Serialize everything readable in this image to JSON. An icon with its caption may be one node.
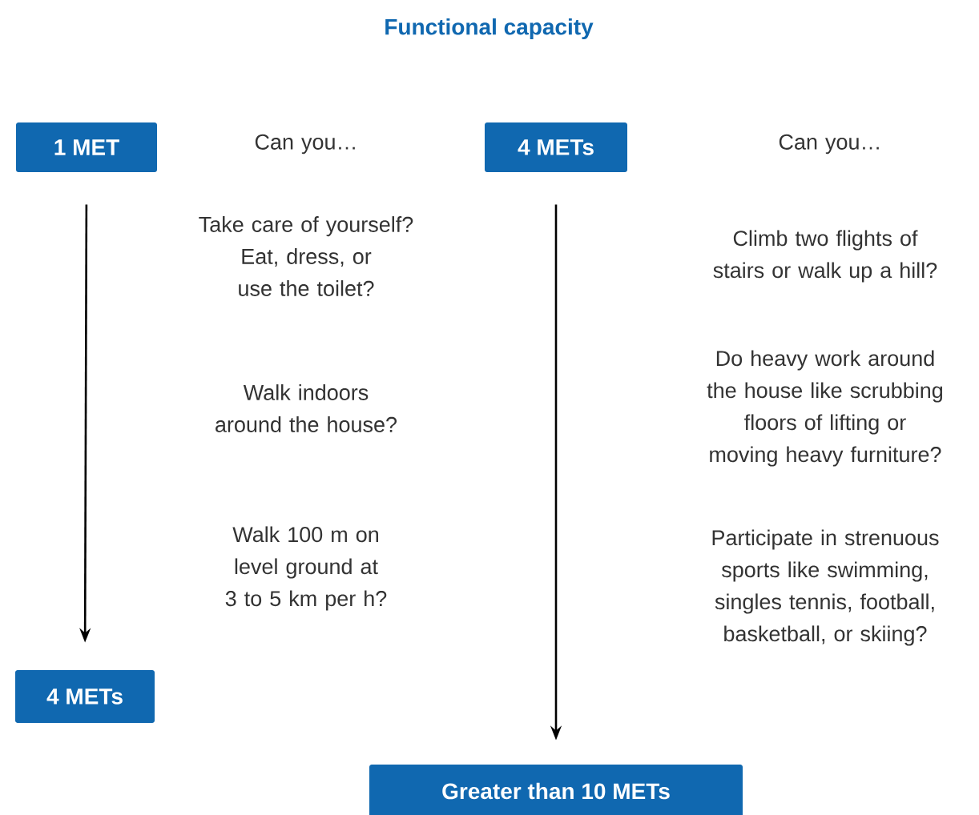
{
  "diagram": {
    "title": "Functional capacity",
    "nodes": [
      {
        "text": [
          "1 MET"
        ]
      },
      {
        "text": [
          "4 METs"
        ]
      },
      {
        "text": [
          "4 METs"
        ]
      },
      {
        "text": [
          "Greater than 10 METs"
        ]
      }
    ],
    "edges": [
      {
        "from": 0,
        "to": 2,
        "arrow": "to"
      },
      {
        "from": 1,
        "to": 3,
        "arrow": "to"
      }
    ],
    "labels": [
      "Can you…",
      "Can you…",
      "Take care of yourself? Eat, dress, or use the toilet?",
      "Climb two flights of stairs or walk up a hill?",
      "Walk indoors around the house?",
      "Do heavy work around the house like scrubbing floors of lifting or moving heavy furniture?",
      "Walk 100 m on level ground at 3 to 5 km per h?",
      "Participate in strenuous sports like swimming, singles tennis, football, basketball, or skiing?"
    ]
  }
}
